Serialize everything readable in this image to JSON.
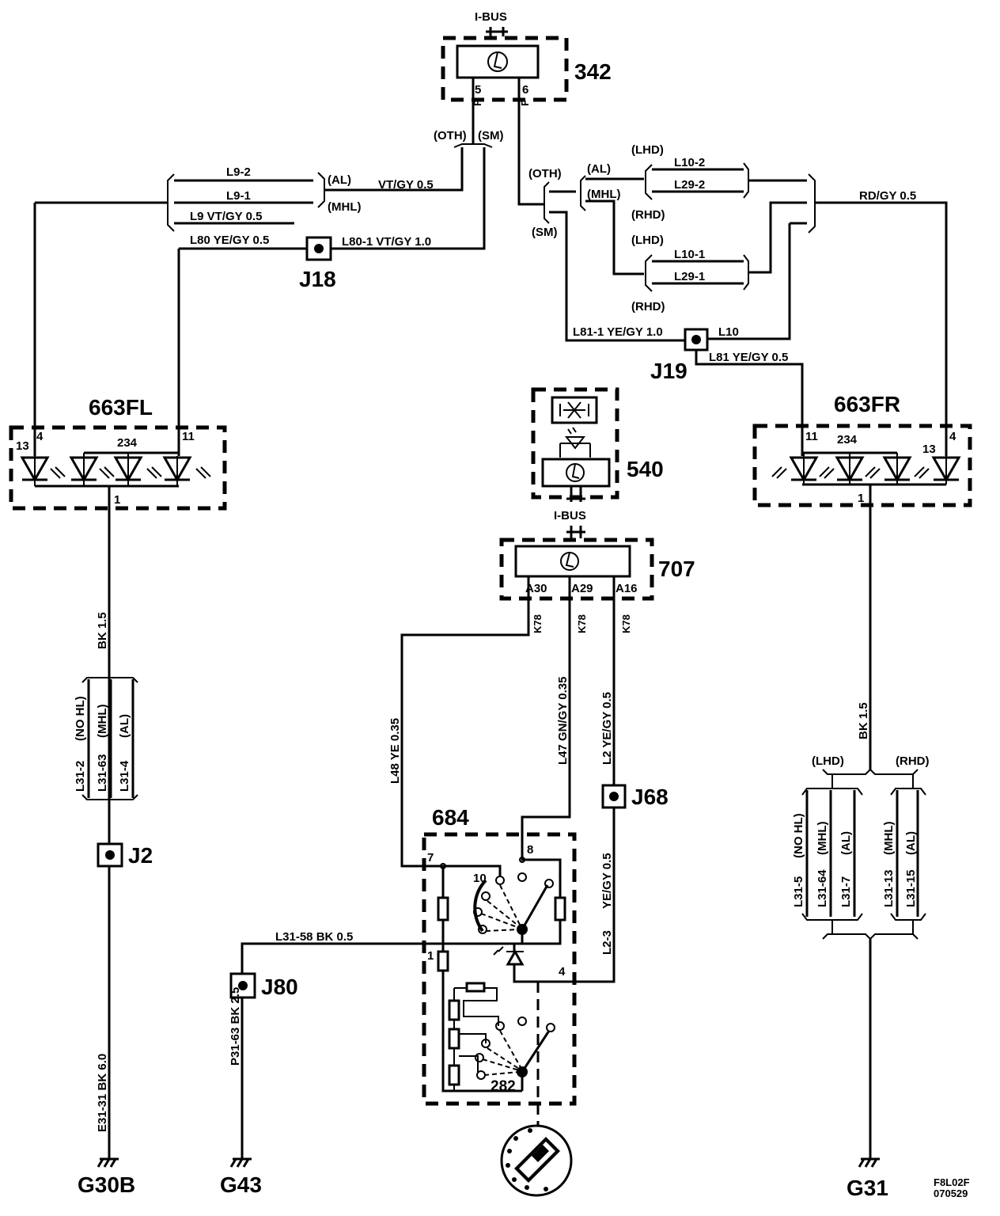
{
  "components": {
    "c342": "342",
    "c540": "540",
    "c707": "707",
    "c684": "684",
    "c282": "282",
    "c663fl": "663FL",
    "c663fr": "663FR",
    "ibus_top": "I-BUS",
    "ibus_mid": "I-BUS"
  },
  "junctions": {
    "j18": "J18",
    "j19": "J19",
    "j2": "J2",
    "j68": "J68",
    "j80": "J80"
  },
  "grounds": {
    "g30b": "G30B",
    "g43": "G43",
    "g31": "G31"
  },
  "pins": {
    "p342_5": "5",
    "p342_6": "6",
    "f1": "F",
    "f2": "F",
    "fl_13": "13",
    "fl_4": "4",
    "fl_234": "234",
    "fl_11": "11",
    "fl_1": "1",
    "fr_11": "11",
    "fr_234": "234",
    "fr_13": "13",
    "fr_4": "4",
    "fr_1": "1",
    "a30": "A30",
    "a29": "A29",
    "a16": "A16",
    "k1": "K78",
    "k2": "K78",
    "k3": "K78",
    "p684_7": "7",
    "p684_8": "8",
    "p684_10": "10",
    "p684_1": "1",
    "p684_4": "4"
  },
  "wires": {
    "oth1": "(OTH)",
    "sm1": "(SM)",
    "l9_2": "L9-2",
    "al1": "(AL)",
    "l9_1": "L9-1",
    "mhl1": "(MHL)",
    "vtgy05": "VT/GY  0.5",
    "l9": "L9  VT/GY  0.5",
    "l80": "L80  YE/GY  0.5",
    "l80_1": "L80-1   VT/GY  1.0",
    "oth2": "(OTH)",
    "sm2": "(SM)",
    "al2": "(AL)",
    "mhl2": "(MHL)",
    "lhd1": "(LHD)",
    "rhd1": "(RHD)",
    "lhd2": "(LHD)",
    "rhd2": "(RHD)",
    "l10_2": "L10-2",
    "l29_2": "L29-2",
    "l10_1": "L10-1",
    "l29_1": "L29-1",
    "rdgy": "RD/GY  0.5",
    "l81_1": "L81-1 YE/GY  1.0",
    "l10": "L10",
    "l81": "L81 YE/GY 0.5",
    "bk15_left": "BK  1.5",
    "bk15_right": "BK  1.5",
    "nohl1": "(NO HL)",
    "mhl3": "(MHL)",
    "al3": "(AL)",
    "l31_2": "L31-2",
    "l31_63": "L31-63",
    "l31_4": "L31-4",
    "lhd3": "(LHD)",
    "rhd3": "(RHD)",
    "nohl2": "(NO HL)",
    "mhl4": "(MHL)",
    "al4": "(AL)",
    "mhl5": "(MHL)",
    "al5": "(AL)",
    "l31_5": "L31-5",
    "l31_64": "L31-64",
    "l31_7": "L31-7",
    "l31_13": "L31-13",
    "l31_15": "L31-15",
    "l48": "L48  YE  0.35",
    "l47": "L47   GN/GY  0.35",
    "l2": "L2   YE/GY  0.5",
    "yegy05": "YE/GY  0.5",
    "l2_3": "L2-3",
    "l31_58": "L31-58    BK  0.5",
    "e31": "E31-31  BK  6.0",
    "p31": "P31-63    BK  2.5"
  },
  "ref": {
    "code": "F8L02F",
    "date": "070529"
  }
}
